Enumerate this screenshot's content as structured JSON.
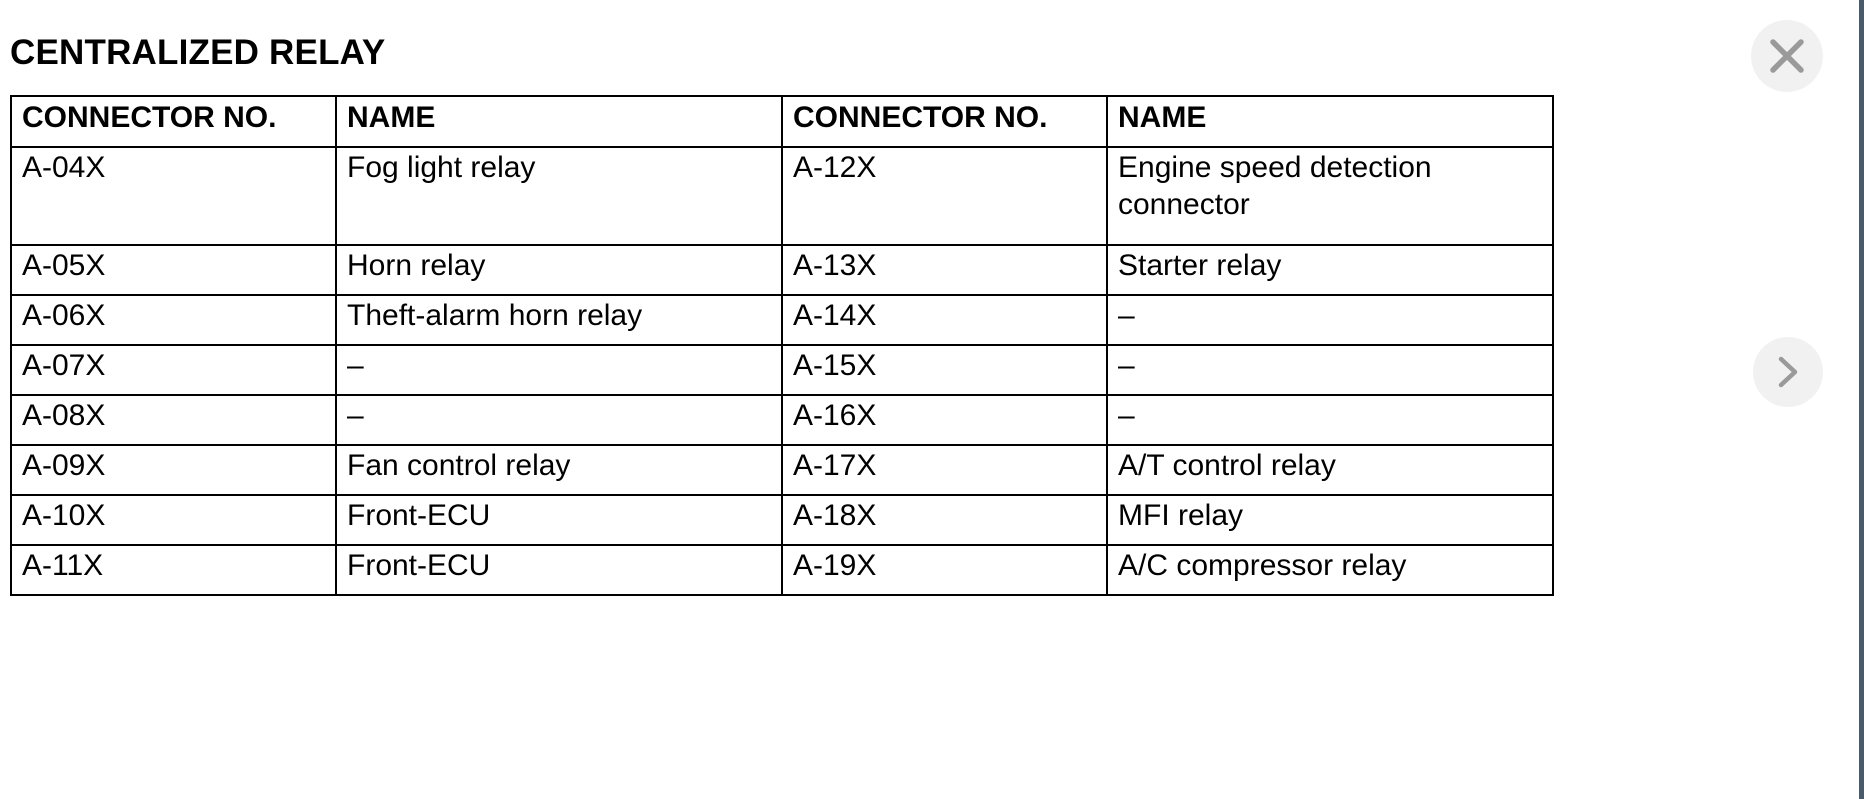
{
  "document": {
    "title": "CENTRALIZED RELAY"
  },
  "table": {
    "headers": [
      "CONNECTOR NO.",
      "NAME",
      "CONNECTOR NO.",
      "NAME"
    ],
    "rows": [
      {
        "left_connector": "A-04X",
        "left_name": "Fog light relay",
        "right_connector": "A-12X",
        "right_name": "Engine speed detection\nconnector",
        "tall": true
      },
      {
        "left_connector": "A-05X",
        "left_name": "Horn relay",
        "right_connector": "A-13X",
        "right_name": "Starter relay",
        "tall": false
      },
      {
        "left_connector": "A-06X",
        "left_name": "Theft-alarm horn relay",
        "right_connector": "A-14X",
        "right_name": "–",
        "tall": false
      },
      {
        "left_connector": "A-07X",
        "left_name": "–",
        "right_connector": "A-15X",
        "right_name": "–",
        "tall": false
      },
      {
        "left_connector": "A-08X",
        "left_name": "–",
        "right_connector": "A-16X",
        "right_name": "–",
        "tall": false
      },
      {
        "left_connector": "A-09X",
        "left_name": "Fan control relay",
        "right_connector": "A-17X",
        "right_name": "A/T control relay",
        "tall": false
      },
      {
        "left_connector": "A-10X",
        "left_name": "Front-ECU",
        "right_connector": "A-18X",
        "right_name": "MFI relay",
        "tall": false
      },
      {
        "left_connector": "A-11X",
        "left_name": "Front-ECU",
        "right_connector": "A-19X",
        "right_name": "A/C compressor relay",
        "tall": false
      }
    ]
  },
  "controls": {
    "close_icon": "close-icon",
    "next_icon": "chevron-right-icon"
  },
  "colors": {
    "page_background": "#ffffff",
    "text": "#000000",
    "border": "#000000",
    "control_circle": "#f1f1f1",
    "control_glyph": "#9a9a9a",
    "page_edge": "#4a5a6b"
  }
}
